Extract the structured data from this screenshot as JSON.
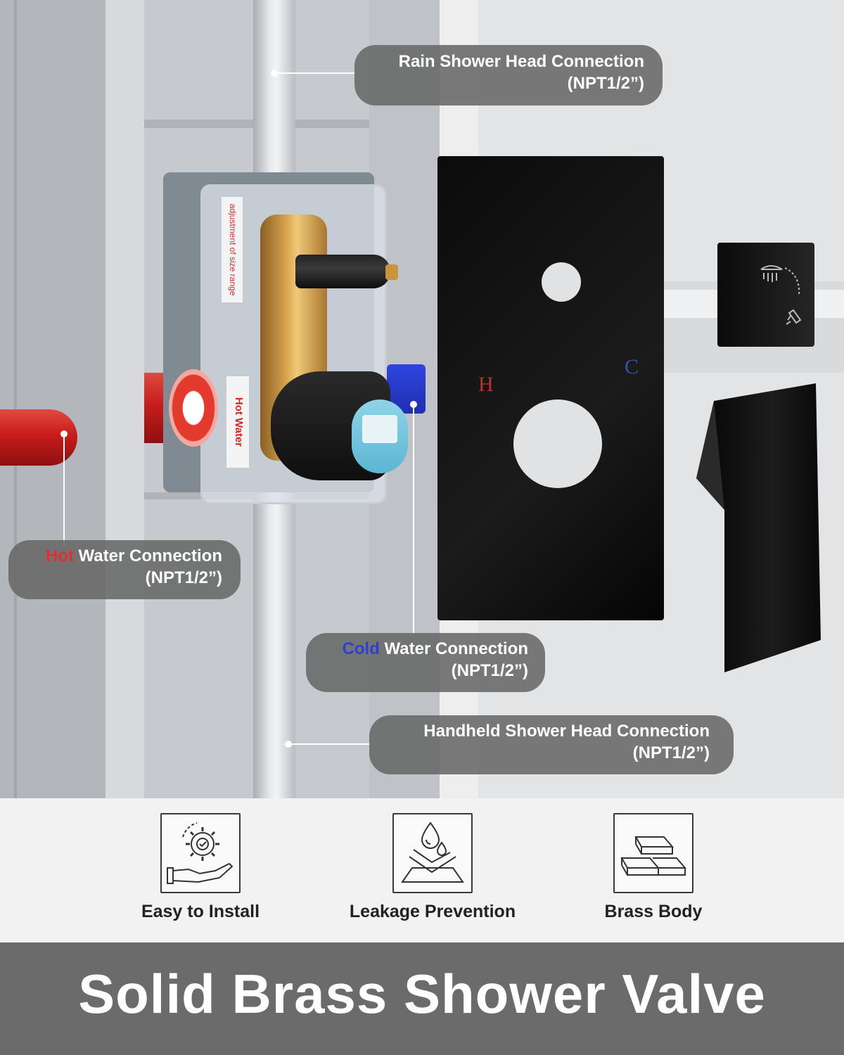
{
  "callouts": {
    "rain": {
      "line1": "Rain Shower Head Connection",
      "line2": "(NPT1/2”)"
    },
    "hot": {
      "accent": "Hot",
      "rest": " Water Connection",
      "line2": "(NPT1/2”)",
      "accent_color": "#e0302e"
    },
    "cold": {
      "accent": "Cold",
      "rest": " Water Connection",
      "line2": "(NPT1/2”)",
      "accent_color": "#2f3fd0"
    },
    "handheld": {
      "line1": "Handheld Shower Head Connection",
      "line2": "(NPT1/2”)"
    }
  },
  "valve": {
    "box_label_side": "adjustment of size range",
    "hot_water_label": "Hot Water"
  },
  "plate": {
    "hot_mark": "H",
    "cold_mark": "C",
    "hot_color": "#c0302e",
    "cold_color": "#3050b0"
  },
  "diverter": {
    "icons": [
      "shower-head-icon",
      "handheld-shower-icon"
    ]
  },
  "features": [
    {
      "label": "Easy to Install",
      "icon": "gear-hand-icon"
    },
    {
      "label": "Leakage Prevention",
      "icon": "water-drop-shield-icon"
    },
    {
      "label": "Brass Body",
      "icon": "gold-bars-icon"
    }
  ],
  "banner": {
    "title": "Solid Brass Shower Valve"
  }
}
